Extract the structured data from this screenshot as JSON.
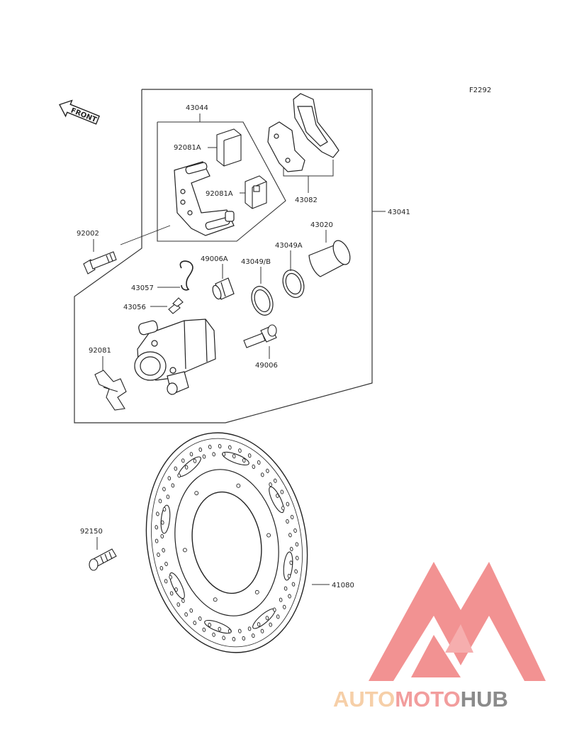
{
  "diagram": {
    "figure_code": "F2292",
    "front_label": "FRONT",
    "parts": {
      "caliper_assy": "43041",
      "holder": "43044",
      "pin_boot_a_upper": "92081A",
      "pin_boot_a_lower": "92081A",
      "pad_set": "43082",
      "bolt_92002": "92002",
      "piston": "43020",
      "seal_43049a": "43049A",
      "seal_43049b": "43049/B",
      "boot_49006a": "49006A",
      "pipe_43057": "43057",
      "bleeder_43056": "43056",
      "spring_92081": "92081",
      "pin_49006": "49006",
      "bolt_92150": "92150",
      "disc_41080": "41080"
    }
  },
  "watermark": {
    "part1": "AUTO",
    "part2": "MOTO",
    "part3": "HUB",
    "color1": "#f5c79a",
    "color2": "#f08c8c",
    "color3": "#777777",
    "triangle_color": "#f08080"
  }
}
